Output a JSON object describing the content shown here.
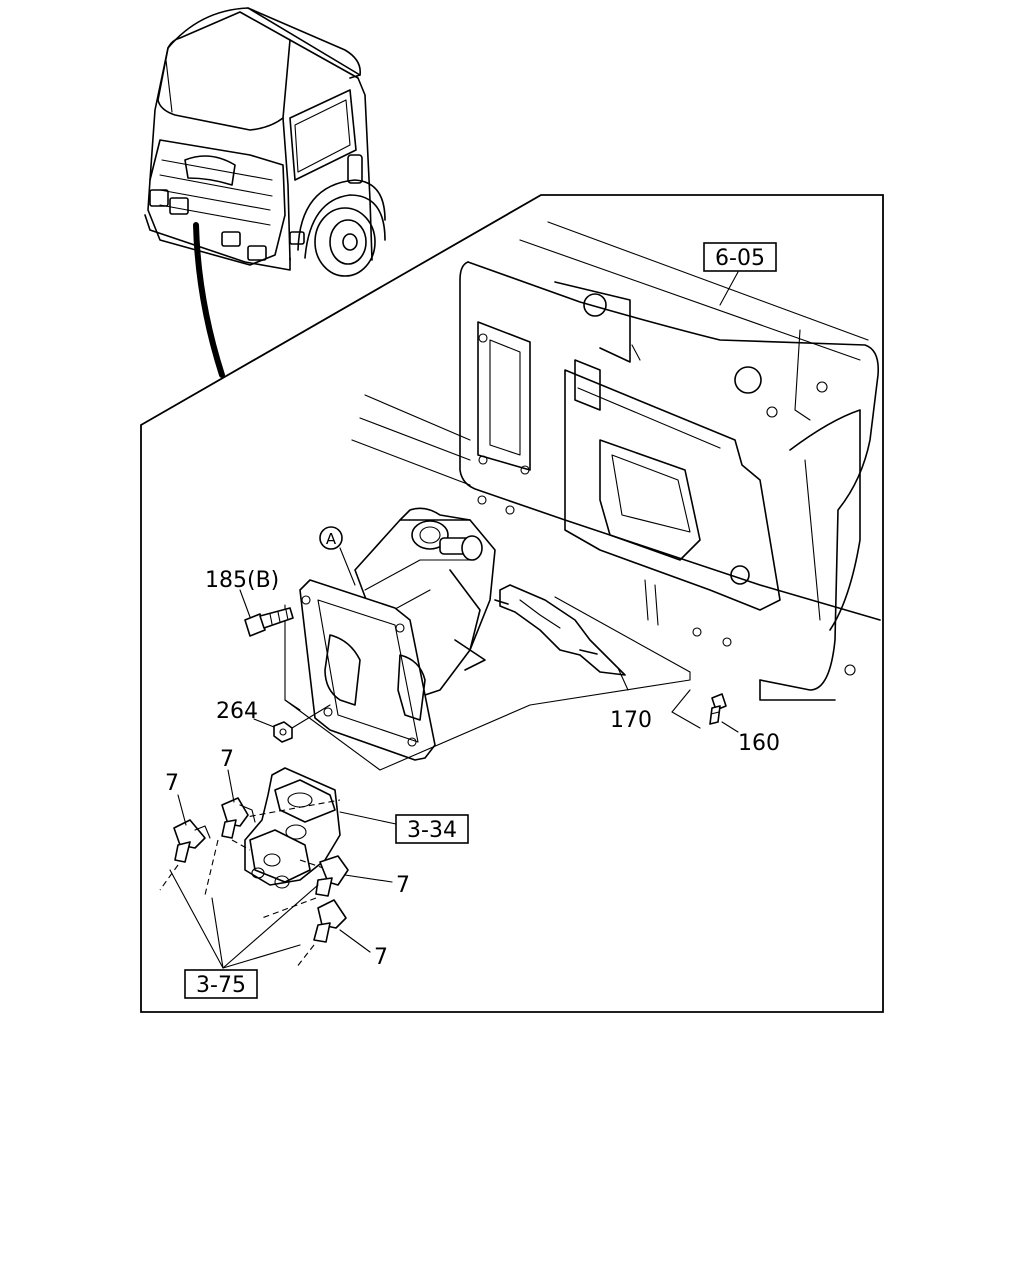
{
  "diagram": {
    "callouts": {
      "ref_6_05": "6-05",
      "ref_3_34": "3-34",
      "ref_3_75": "3-75",
      "part_185b": "185(B)",
      "part_264": "264",
      "part_170": "170",
      "part_160": "160",
      "part_7a": "7",
      "part_7b": "7",
      "part_7c": "7",
      "part_7d": "7",
      "detail_a": "A"
    }
  }
}
